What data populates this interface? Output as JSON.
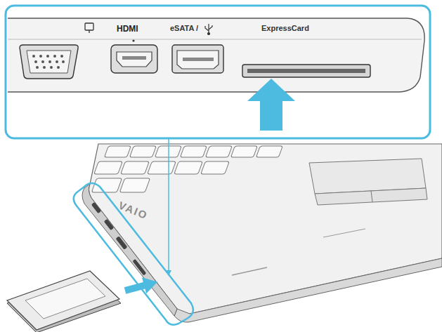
{
  "diagram": {
    "labels": [
      "HDMI",
      "eSATA /",
      "ExpressCard",
      "VAIO"
    ]
  }
}
